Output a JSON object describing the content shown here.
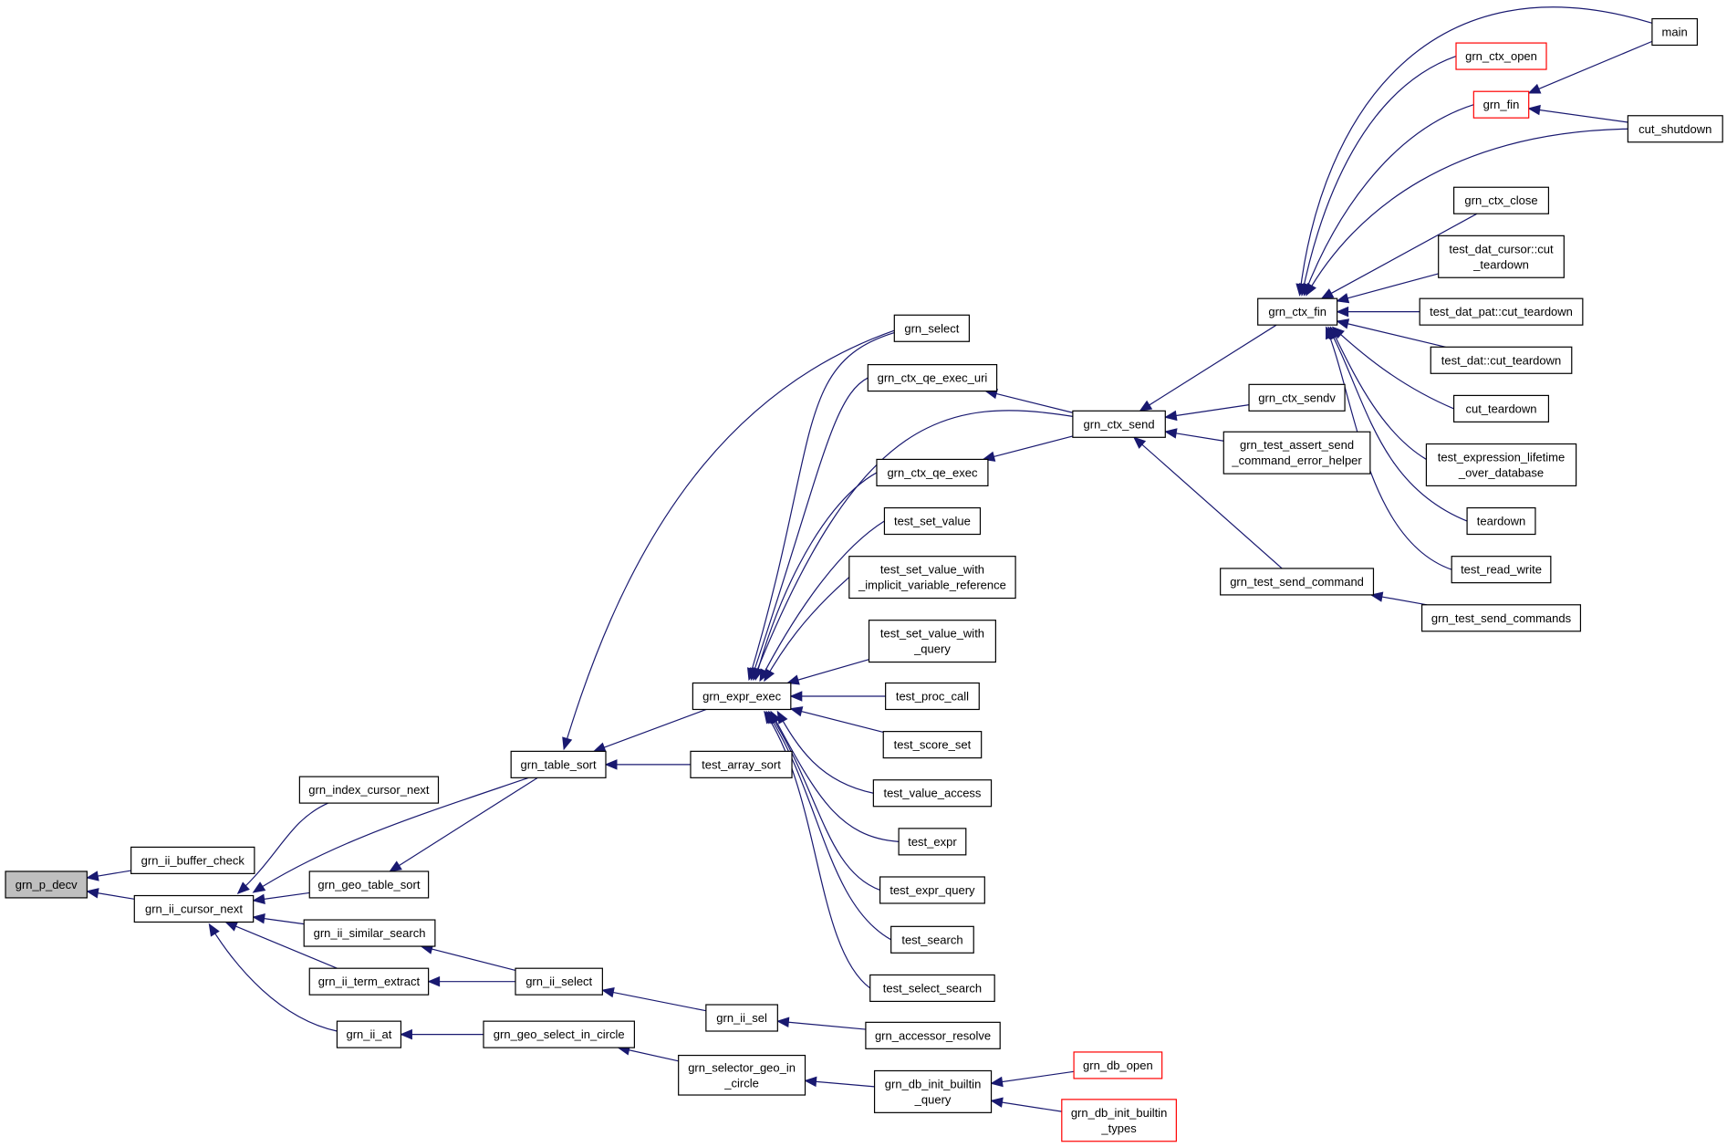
{
  "colors": {
    "edge": "#191970",
    "node_border": "#000000",
    "truncated_border": "#ff0000",
    "root_fill": "#bfbfbf"
  },
  "nodes": [
    {
      "id": "p_decv",
      "label": "grn_p_decv",
      "root": true
    },
    {
      "id": "ii_buffer_check",
      "label": "grn_ii_buffer_check"
    },
    {
      "id": "ii_cursor_next",
      "label": "grn_ii_cursor_next"
    },
    {
      "id": "index_cursor_next",
      "label": "grn_index_cursor_next"
    },
    {
      "id": "geo_table_sort",
      "label": "grn_geo_table_sort"
    },
    {
      "id": "ii_similar_search",
      "label": "grn_ii_similar_search"
    },
    {
      "id": "ii_term_extract",
      "label": "grn_ii_term_extract"
    },
    {
      "id": "ii_at",
      "label": "grn_ii_at"
    },
    {
      "id": "table_sort",
      "label": "grn_table_sort"
    },
    {
      "id": "ii_select",
      "label": "grn_ii_select"
    },
    {
      "id": "geo_select_in_circle",
      "label": "grn_geo_select_in_circle"
    },
    {
      "id": "expr_exec",
      "label": "grn_expr_exec"
    },
    {
      "id": "test_array_sort",
      "label": "test_array_sort"
    },
    {
      "id": "ii_sel",
      "label": "grn_ii_sel"
    },
    {
      "id": "selector_geo_in_circle",
      "label": "grn_selector_geo_in\n_circle"
    },
    {
      "id": "select",
      "label": "grn_select"
    },
    {
      "id": "ctx_qe_exec_uri",
      "label": "grn_ctx_qe_exec_uri"
    },
    {
      "id": "ctx_qe_exec",
      "label": "grn_ctx_qe_exec"
    },
    {
      "id": "test_set_value",
      "label": "test_set_value"
    },
    {
      "id": "test_set_value_with_implicit",
      "label": "test_set_value_with\n_implicit_variable_reference"
    },
    {
      "id": "test_set_value_with_query",
      "label": "test_set_value_with\n_query"
    },
    {
      "id": "test_proc_call",
      "label": "test_proc_call"
    },
    {
      "id": "test_score_set",
      "label": "test_score_set"
    },
    {
      "id": "test_value_access",
      "label": "test_value_access"
    },
    {
      "id": "test_expr",
      "label": "test_expr"
    },
    {
      "id": "test_expr_query",
      "label": "test_expr_query"
    },
    {
      "id": "test_search",
      "label": "test_search"
    },
    {
      "id": "test_select_search",
      "label": "test_select_search"
    },
    {
      "id": "accessor_resolve",
      "label": "grn_accessor_resolve"
    },
    {
      "id": "db_init_builtin_query",
      "label": "grn_db_init_builtin\n_query"
    },
    {
      "id": "ctx_send",
      "label": "grn_ctx_send"
    },
    {
      "id": "db_open",
      "label": "grn_db_open",
      "truncated": true
    },
    {
      "id": "db_init_builtin_types",
      "label": "grn_db_init_builtin\n_types",
      "truncated": true
    },
    {
      "id": "ctx_fin",
      "label": "grn_ctx_fin"
    },
    {
      "id": "ctx_sendv",
      "label": "grn_ctx_sendv"
    },
    {
      "id": "test_assert_send",
      "label": "grn_test_assert_send\n_command_error_helper"
    },
    {
      "id": "test_send_command",
      "label": "grn_test_send_command"
    },
    {
      "id": "test_send_commands",
      "label": "grn_test_send_commands"
    },
    {
      "id": "main",
      "label": "main"
    },
    {
      "id": "ctx_open",
      "label": "grn_ctx_open",
      "truncated": true
    },
    {
      "id": "fin",
      "label": "grn_fin",
      "truncated": true
    },
    {
      "id": "cut_shutdown",
      "label": "cut_shutdown"
    },
    {
      "id": "ctx_close",
      "label": "grn_ctx_close"
    },
    {
      "id": "test_dat_cursor",
      "label": "test_dat_cursor::cut\n_teardown"
    },
    {
      "id": "test_dat_pat",
      "label": "test_dat_pat::cut_teardown"
    },
    {
      "id": "test_dat",
      "label": "test_dat::cut_teardown"
    },
    {
      "id": "cut_teardown",
      "label": "cut_teardown"
    },
    {
      "id": "test_expression_lifetime",
      "label": "test_expression_lifetime\n_over_database"
    },
    {
      "id": "teardown",
      "label": "teardown"
    },
    {
      "id": "test_read_write",
      "label": "test_read_write"
    }
  ],
  "edges": [
    [
      "ii_buffer_check",
      "p_decv"
    ],
    [
      "ii_cursor_next",
      "p_decv"
    ],
    [
      "index_cursor_next",
      "ii_cursor_next"
    ],
    [
      "table_sort",
      "ii_cursor_next"
    ],
    [
      "geo_table_sort",
      "ii_cursor_next"
    ],
    [
      "ii_similar_search",
      "ii_cursor_next"
    ],
    [
      "ii_term_extract",
      "ii_cursor_next"
    ],
    [
      "ii_at",
      "ii_cursor_next"
    ],
    [
      "table_sort",
      "geo_table_sort"
    ],
    [
      "ii_select",
      "ii_similar_search"
    ],
    [
      "ii_select",
      "ii_term_extract"
    ],
    [
      "geo_select_in_circle",
      "ii_at"
    ],
    [
      "expr_exec",
      "table_sort"
    ],
    [
      "test_array_sort",
      "table_sort"
    ],
    [
      "select",
      "table_sort"
    ],
    [
      "ii_sel",
      "ii_select"
    ],
    [
      "selector_geo_in_circle",
      "geo_select_in_circle"
    ],
    [
      "select",
      "expr_exec"
    ],
    [
      "ctx_qe_exec_uri",
      "expr_exec"
    ],
    [
      "ctx_send",
      "expr_exec"
    ],
    [
      "ctx_qe_exec",
      "expr_exec"
    ],
    [
      "test_set_value",
      "expr_exec"
    ],
    [
      "test_set_value_with_implicit",
      "expr_exec"
    ],
    [
      "test_set_value_with_query",
      "expr_exec"
    ],
    [
      "test_proc_call",
      "expr_exec"
    ],
    [
      "test_score_set",
      "expr_exec"
    ],
    [
      "test_value_access",
      "expr_exec"
    ],
    [
      "test_expr",
      "expr_exec"
    ],
    [
      "test_expr_query",
      "expr_exec"
    ],
    [
      "test_search",
      "expr_exec"
    ],
    [
      "test_select_search",
      "expr_exec"
    ],
    [
      "accessor_resolve",
      "ii_sel"
    ],
    [
      "db_init_builtin_query",
      "selector_geo_in_circle"
    ],
    [
      "ctx_send",
      "ctx_qe_exec_uri"
    ],
    [
      "ctx_send",
      "ctx_qe_exec"
    ],
    [
      "db_open",
      "db_init_builtin_query"
    ],
    [
      "db_init_builtin_types",
      "db_init_builtin_query"
    ],
    [
      "ctx_fin",
      "ctx_send"
    ],
    [
      "ctx_sendv",
      "ctx_send"
    ],
    [
      "test_assert_send",
      "ctx_send"
    ],
    [
      "test_send_command",
      "ctx_send"
    ],
    [
      "test_send_commands",
      "test_send_command"
    ],
    [
      "main",
      "ctx_fin"
    ],
    [
      "ctx_open",
      "ctx_fin"
    ],
    [
      "fin",
      "ctx_fin"
    ],
    [
      "cut_shutdown",
      "ctx_fin"
    ],
    [
      "ctx_close",
      "ctx_fin"
    ],
    [
      "test_dat_cursor",
      "ctx_fin"
    ],
    [
      "test_dat_pat",
      "ctx_fin"
    ],
    [
      "test_dat",
      "ctx_fin"
    ],
    [
      "cut_teardown",
      "ctx_fin"
    ],
    [
      "test_expression_lifetime",
      "ctx_fin"
    ],
    [
      "teardown",
      "ctx_fin"
    ],
    [
      "test_read_write",
      "ctx_fin"
    ],
    [
      "main",
      "fin"
    ],
    [
      "cut_shutdown",
      "fin"
    ]
  ]
}
